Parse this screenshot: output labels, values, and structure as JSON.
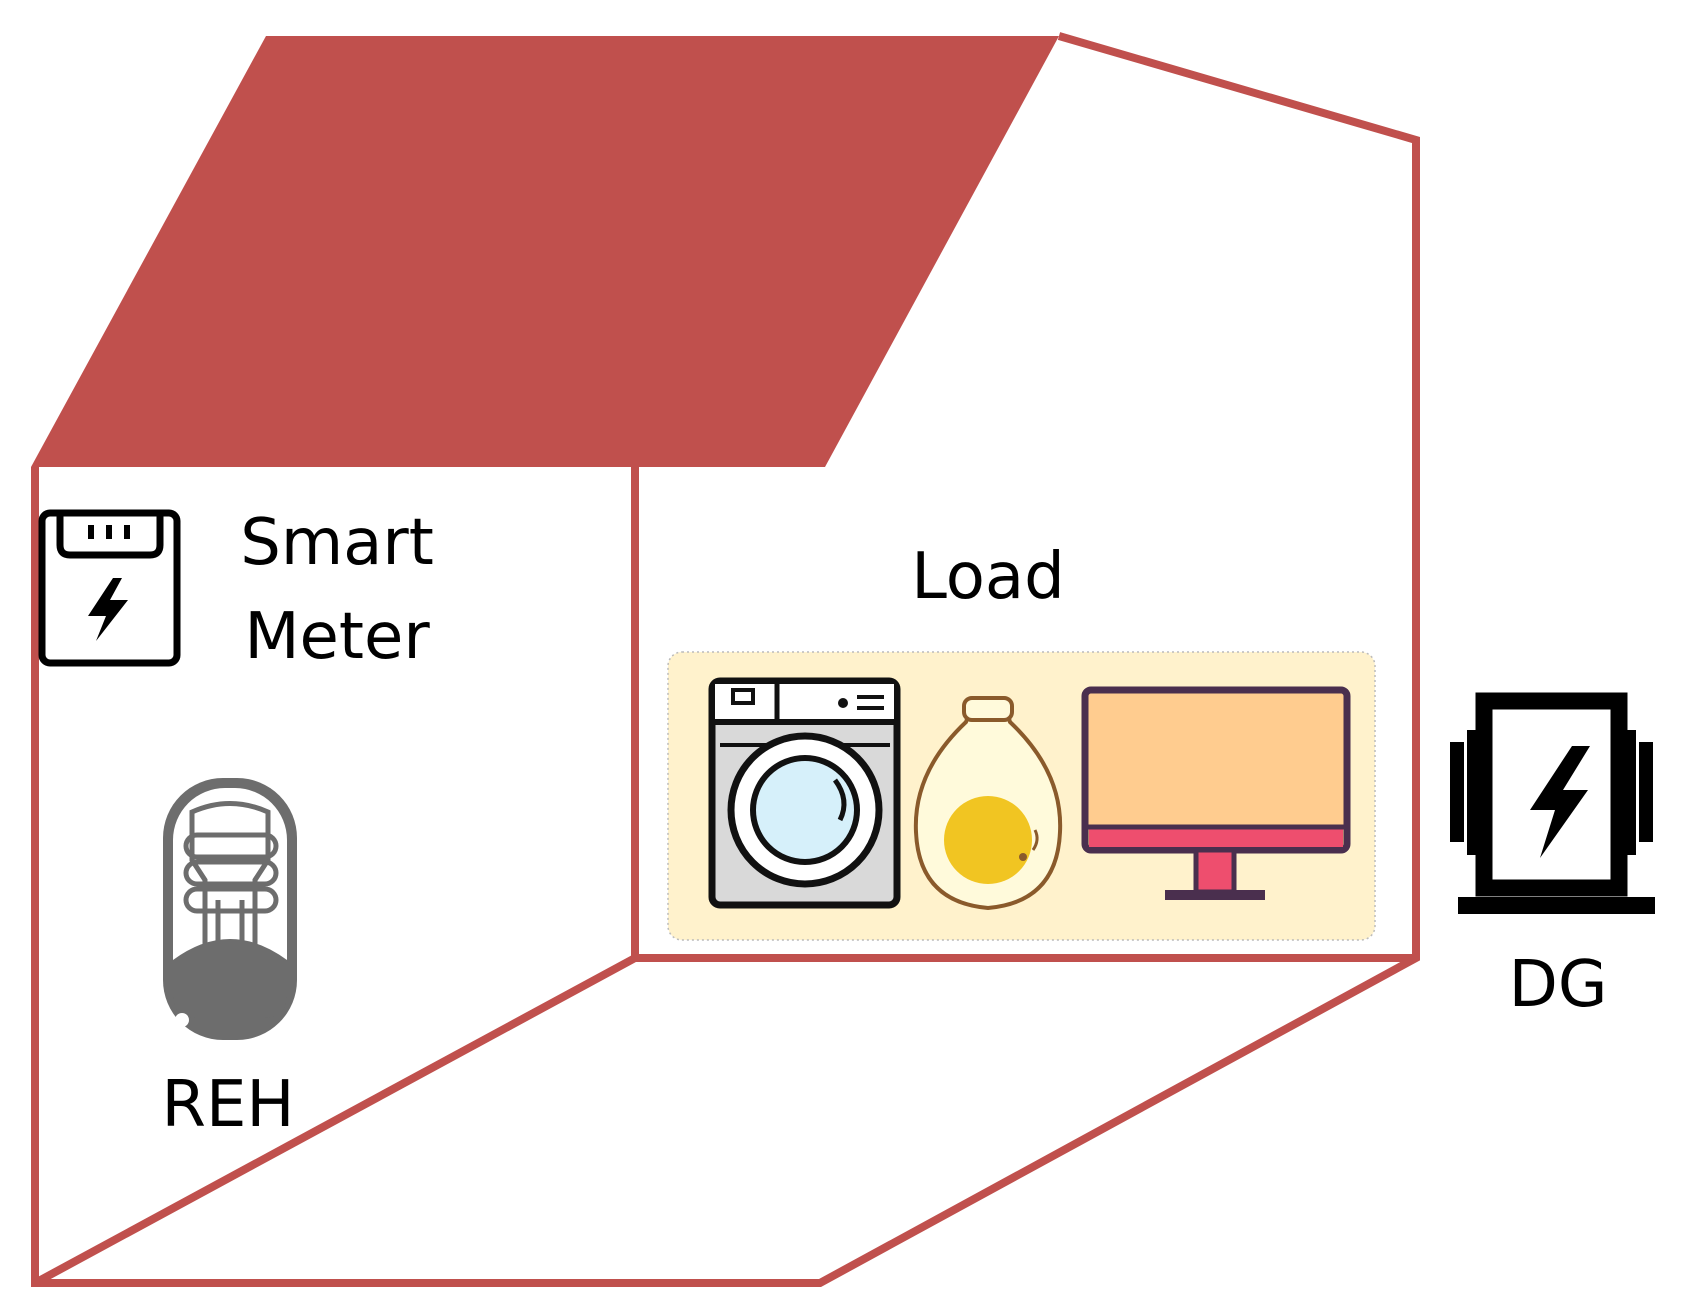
{
  "labels": {
    "smart_meter_line1": "Smart",
    "smart_meter_line2": "Meter",
    "load": "Load",
    "reh": "REH",
    "dg": "DG"
  },
  "colors": {
    "house": "#c0504d",
    "load_panel": "#fff2cc",
    "washer_body": "#d9d9d9",
    "washer_drum": "#d6f0fa",
    "bulb": "#f1c522",
    "monitor_screen": "#ffcc8f",
    "monitor_base": "#ee4e6e",
    "monitor_frame": "#4a2f4e",
    "heater_gray": "#6d6d6d"
  },
  "icons": [
    "smart-meter-icon",
    "washing-machine-icon",
    "light-bulb-icon",
    "monitor-icon",
    "heater-icon",
    "generator-icon"
  ]
}
